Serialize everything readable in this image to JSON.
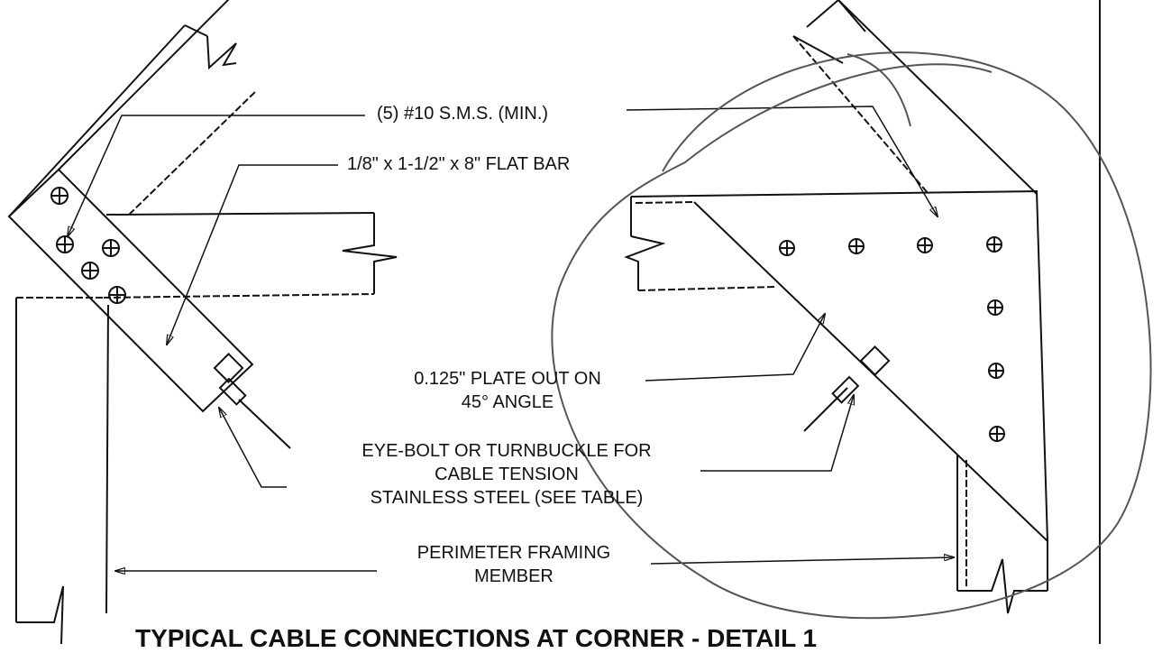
{
  "labels": {
    "sms": "(5) #10 S.M.S. (MIN.)",
    "flat_bar": "1/8\" x 1-1/2\" x 8\" FLAT BAR",
    "plate_line1": "0.125\" PLATE OUT ON",
    "plate_line2": "45° ANGLE",
    "eyebolt_line1": "EYE-BOLT OR TURNBUCKLE FOR",
    "eyebolt_line2": "CABLE TENSION",
    "eyebolt_line3": "STAINLESS STEEL (SEE TABLE)",
    "perimeter_line1": "PERIMETER FRAMING",
    "perimeter_line2": "MEMBER"
  },
  "title": "TYPICAL CABLE CONNECTIONS AT CORNER - DETAIL 1",
  "colors": {
    "ink": "#111111",
    "pencil": "#555555"
  }
}
